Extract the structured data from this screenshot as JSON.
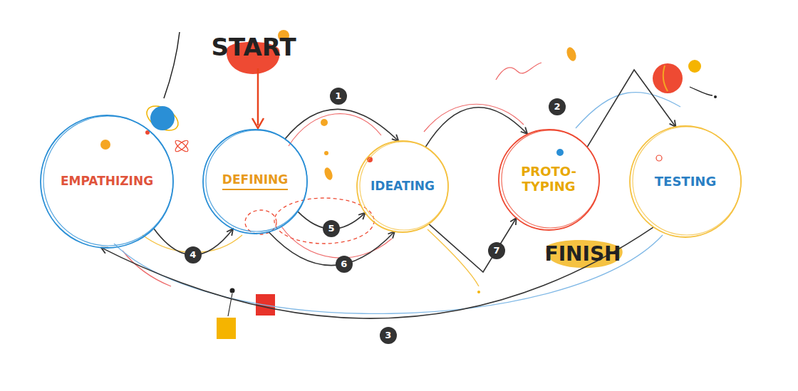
{
  "diagram": {
    "nodes": [
      {
        "text": [
          "EMPATHIZING"
        ]
      },
      {
        "text": [
          "DEFINING"
        ]
      },
      {
        "text": [
          "IDEATING"
        ]
      },
      {
        "text": [
          "PROTO- TYPING"
        ]
      },
      {
        "text": [
          "TESTING"
        ]
      }
    ],
    "edges": [
      {
        "from": 1,
        "to": 2,
        "label": "1",
        "arrow": "to"
      },
      {
        "from": 2,
        "to": 3,
        "label": "2",
        "arrow": "to"
      },
      {
        "from": 3,
        "to": 4,
        "arrow": "to"
      },
      {
        "from": 4,
        "to": 0,
        "label": "3",
        "arrow": "to"
      },
      {
        "from": 0,
        "to": 1,
        "label": "4",
        "arrow": "to"
      },
      {
        "from": 1,
        "to": 2,
        "label": "5",
        "arrow": "to"
      },
      {
        "from": 1,
        "to": 2,
        "label": "6",
        "arrow": "to"
      },
      {
        "from": 2,
        "to": 3,
        "label": "7",
        "arrow": "to"
      }
    ],
    "labels": [
      "START",
      "FINISH"
    ]
  }
}
